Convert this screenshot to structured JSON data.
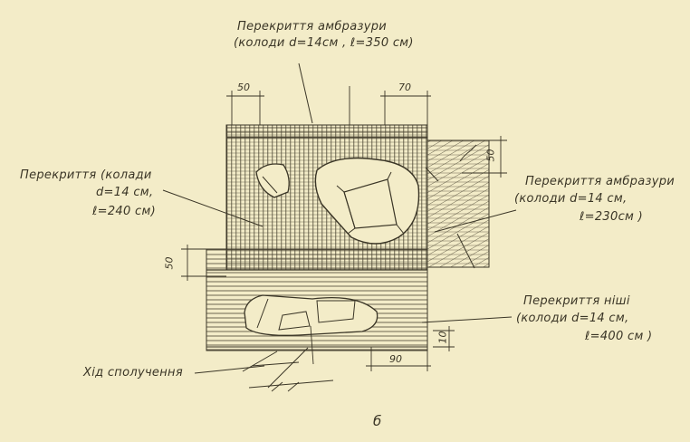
{
  "labels": {
    "top_line1": "Перекриття амбразури",
    "top_line2": "(колоди  d=14см , ℓ=350 см)",
    "left_line1": "Перекриття (колади",
    "left_line2": "d=14 см,",
    "left_line3": "ℓ=240 см)",
    "right_line1": "Перекриття амбразури",
    "right_line2": "(колоди  d=14 см,",
    "right_line3": "ℓ=230см )",
    "niche_line1": "Перекриття ніші",
    "niche_line2": "(колоди  d=14 см,",
    "niche_line3": "ℓ=400 см )",
    "bottom_label": "Хід сполучення",
    "figure_letter": "б"
  },
  "dimensions": {
    "top_left": "50",
    "top_right": "70",
    "right_side": "50",
    "left_side": "50",
    "bottom_small": "10",
    "bottom_width": "90"
  },
  "colors": {
    "paper": "#f3ecc8",
    "ink": "#3a3526"
  }
}
